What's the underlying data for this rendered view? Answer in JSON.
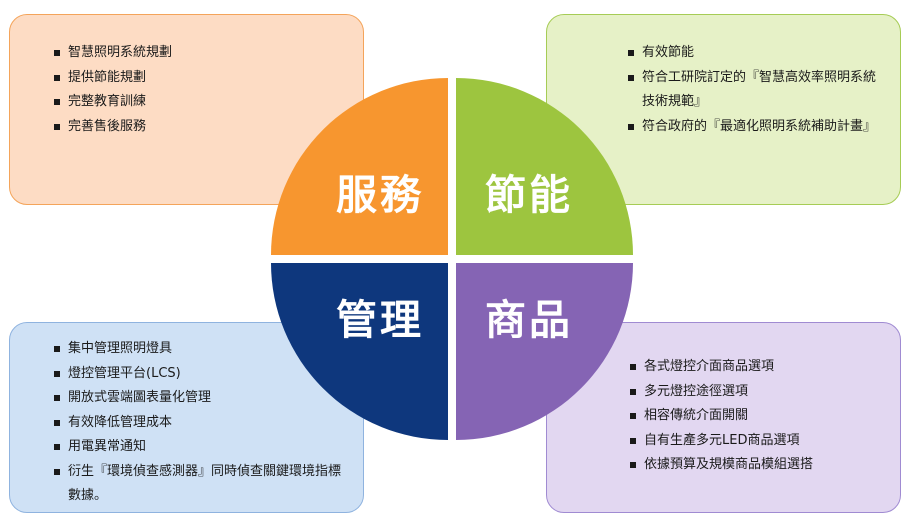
{
  "colors": {
    "service": "#f7962f",
    "energy": "#9dc53f",
    "manage": "#0e377d",
    "product": "#8564b4"
  },
  "quadrants": {
    "service": "服務",
    "energy": "節能",
    "manage": "管理",
    "product": "商品"
  },
  "service_items": [
    "智慧照明系統規劃",
    "提供節能規劃",
    "完整教育訓練",
    "完善售後服務"
  ],
  "energy_items": [
    "有效節能",
    "符合工研院訂定的『智慧高效率照明系統技術規範』",
    "符合政府的『最適化照明系統補助計畫』"
  ],
  "manage_items": [
    "集中管理照明燈具",
    "燈控管理平台(LCS)",
    "開放式雲端圖表量化管理",
    "有效降低管理成本",
    "用電異常通知",
    "衍生『環境偵查感測器』同時偵查關鍵環境指標數據。"
  ],
  "product_items": [
    "各式燈控介面商品選項",
    "多元燈控途徑選項",
    "相容傳統介面開關",
    "自有生產多元LED商品選項",
    "依據預算及規模商品模組選搭"
  ]
}
